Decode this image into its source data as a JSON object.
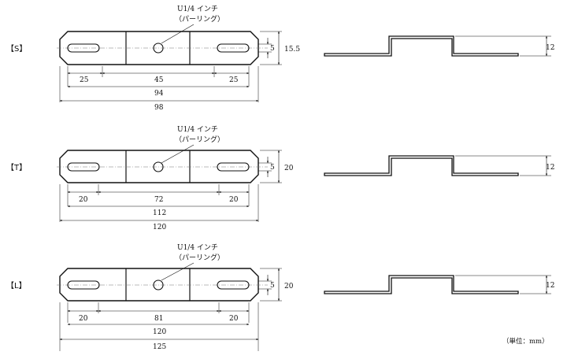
{
  "unit_note": "（単位：mm）",
  "variants": [
    {
      "id": "S",
      "label": "【S】",
      "bearing_note_line1": "U1/4 インチ",
      "bearing_note_line2": "（パーリング）",
      "slot_width": "5",
      "height": "15.5",
      "seg_left": "25",
      "seg_mid": "45",
      "seg_right": "25",
      "pitch": "94",
      "overall": "98",
      "profile_height": "12"
    },
    {
      "id": "T",
      "label": "【T】",
      "bearing_note_line1": "U1/4 インチ",
      "bearing_note_line2": "（パーリング）",
      "slot_width": "5",
      "height": "20",
      "seg_left": "20",
      "seg_mid": "72",
      "seg_right": "20",
      "pitch": "112",
      "overall": "120",
      "profile_height": "12"
    },
    {
      "id": "L",
      "label": "【L】",
      "bearing_note_line1": "U1/4 インチ",
      "bearing_note_line2": "（パーリング）",
      "slot_width": "5",
      "height": "20",
      "seg_left": "20",
      "seg_mid": "81",
      "seg_right": "20",
      "pitch": "120",
      "overall": "125",
      "profile_height": "12"
    }
  ]
}
